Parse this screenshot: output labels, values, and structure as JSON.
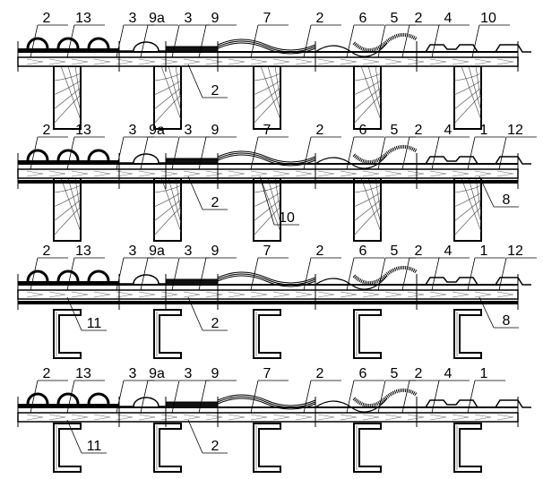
{
  "rows": [
    {
      "support": "timber-beam",
      "labels": [
        {
          "t": "2"
        },
        {
          "t": "13"
        },
        {
          "t": "3"
        },
        {
          "t": "9a"
        },
        {
          "t": "3"
        },
        {
          "t": "9"
        },
        {
          "t": "7"
        },
        {
          "t": "2"
        },
        {
          "t": "6"
        },
        {
          "t": "5"
        },
        {
          "t": "2"
        },
        {
          "t": "4"
        },
        {
          "t": "10"
        }
      ],
      "bottom_labels": [
        {
          "t": "2"
        }
      ]
    },
    {
      "support": "timber-beam",
      "labels": [
        {
          "t": "2"
        },
        {
          "t": "13"
        },
        {
          "t": "3"
        },
        {
          "t": "9a"
        },
        {
          "t": "3"
        },
        {
          "t": "9"
        },
        {
          "t": "7"
        },
        {
          "t": "2"
        },
        {
          "t": "6"
        },
        {
          "t": "5"
        },
        {
          "t": "2"
        },
        {
          "t": "4"
        },
        {
          "t": "1"
        },
        {
          "t": "12"
        }
      ],
      "bottom_labels": [
        {
          "t": "2"
        },
        {
          "t": "10"
        },
        {
          "t": "8"
        }
      ]
    },
    {
      "support": "steel-channel",
      "labels": [
        {
          "t": "2"
        },
        {
          "t": "13"
        },
        {
          "t": "3"
        },
        {
          "t": "9a"
        },
        {
          "t": "3"
        },
        {
          "t": "9"
        },
        {
          "t": "7"
        },
        {
          "t": "2"
        },
        {
          "t": "6"
        },
        {
          "t": "5"
        },
        {
          "t": "2"
        },
        {
          "t": "4"
        },
        {
          "t": "1"
        },
        {
          "t": "12"
        }
      ],
      "bottom_labels": [
        {
          "t": "11"
        },
        {
          "t": "2"
        },
        {
          "t": "8"
        }
      ]
    },
    {
      "support": "steel-channel",
      "labels": [
        {
          "t": "2"
        },
        {
          "t": "13"
        },
        {
          "t": "3"
        },
        {
          "t": "9a"
        },
        {
          "t": "3"
        },
        {
          "t": "9"
        },
        {
          "t": "7"
        },
        {
          "t": "2"
        },
        {
          "t": "6"
        },
        {
          "t": "5"
        },
        {
          "t": "2"
        },
        {
          "t": "4"
        },
        {
          "t": "1"
        }
      ],
      "bottom_labels": [
        {
          "t": "11"
        },
        {
          "t": "2"
        }
      ]
    }
  ]
}
